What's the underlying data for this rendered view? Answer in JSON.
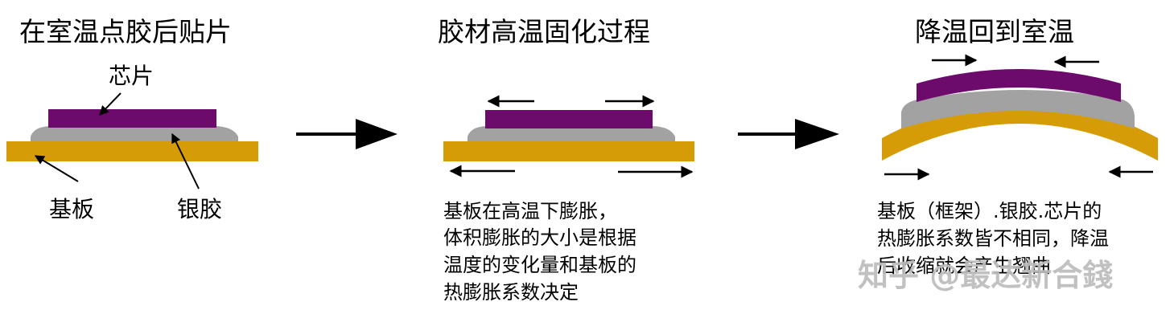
{
  "colors": {
    "chip": "#6c0b6b",
    "adhesive": "#a2a2a2",
    "substrate": "#d59c07",
    "arrow": "#000000",
    "watermark": "#bcbcbc"
  },
  "steps": [
    {
      "title": "在室温点胶后贴片",
      "labels": {
        "chip": "芯片",
        "substrate": "基板",
        "adhesive": "银胶"
      }
    },
    {
      "title": "胶材高温固化过程",
      "description": [
        "基板在高温下膨胀，",
        "体积膨胀的大小是根据",
        "温度的变化量和基板的",
        "热膨胀系数决定"
      ]
    },
    {
      "title": "降温回到室温",
      "description": [
        "基板（框架）.银胶.芯片的",
        "热膨胀系数皆不相同，降温",
        "后收缩就会产生翘曲"
      ]
    }
  ],
  "watermark": "知乎 @最达新合錢"
}
